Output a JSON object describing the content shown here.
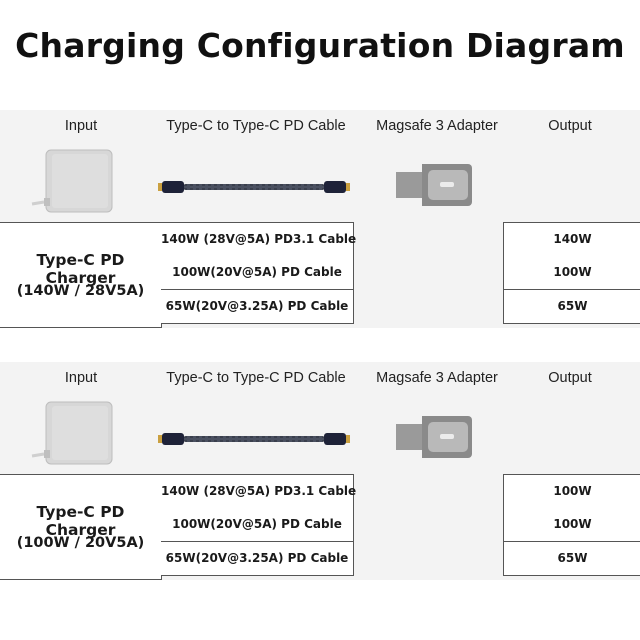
{
  "title": "Charging Configuration Diagram",
  "sections": [
    {
      "headers": {
        "input": "Input",
        "cable": "Type-C to Type-C PD Cable",
        "adapter": "Magsafe 3 Adapter",
        "output": "Output"
      },
      "charger_name": "Type-C PD Charger",
      "charger_spec": "(140W / 28V5A)",
      "rows": [
        {
          "cable": "140W (28V@5A) PD3.1 Cable",
          "output": "140W"
        },
        {
          "cable": "100W(20V@5A) PD Cable",
          "output": "100W"
        },
        {
          "cable": "65W(20V@3.25A) PD Cable",
          "output": "65W"
        }
      ]
    },
    {
      "headers": {
        "input": "Input",
        "cable": "Type-C to Type-C PD Cable",
        "adapter": "Magsafe 3 Adapter",
        "output": "Output"
      },
      "charger_name": "Type-C PD Charger",
      "charger_spec": "(100W / 20V5A)",
      "rows": [
        {
          "cable": "140W (28V@5A) PD3.1 Cable",
          "output": "100W"
        },
        {
          "cable": "100W(20V@5A) PD Cable",
          "output": "100W"
        },
        {
          "cable": "65W(20V@3.25A) PD Cable",
          "output": "65W"
        }
      ]
    }
  ]
}
